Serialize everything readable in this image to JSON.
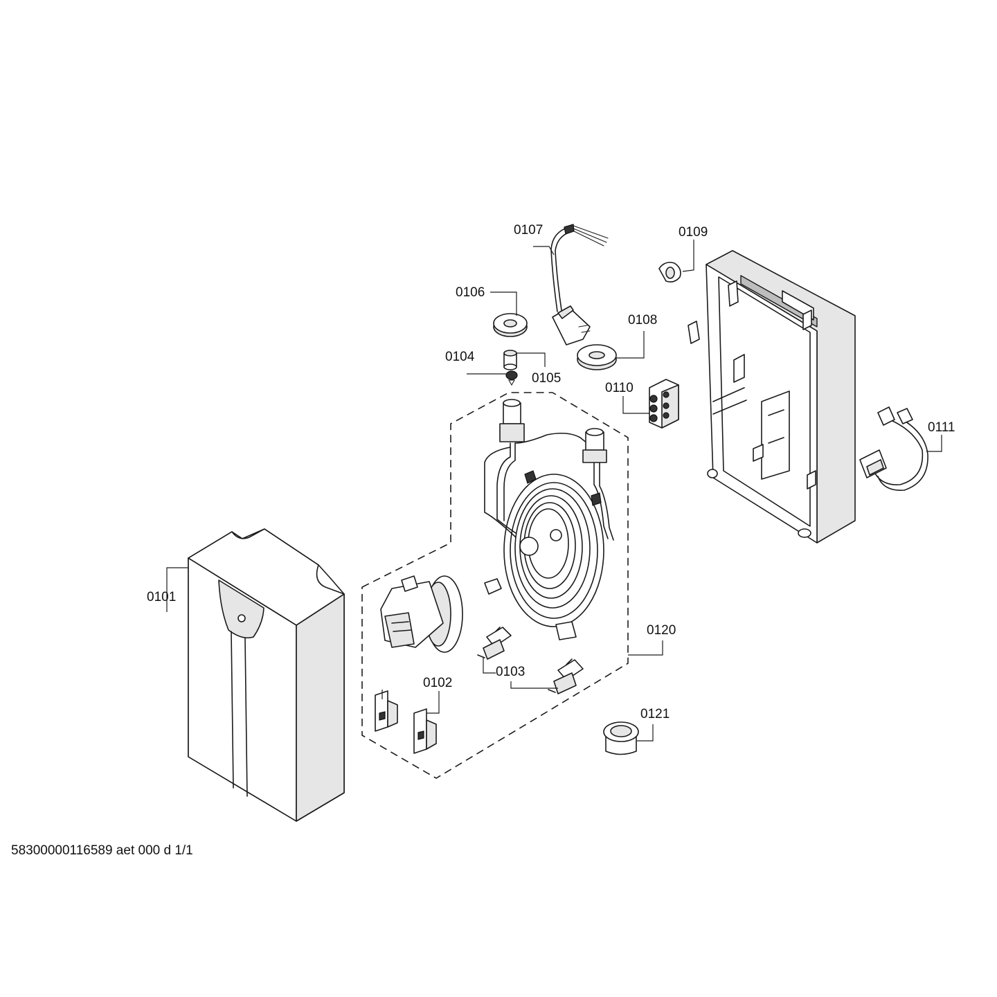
{
  "callouts": {
    "c0101": "0101",
    "c0102": "0102",
    "c0103": "0103",
    "c0104": "0104",
    "c0105": "0105",
    "c0106": "0106",
    "c0107": "0107",
    "c0108": "0108",
    "c0109": "0109",
    "c0110": "0110",
    "c0111": "0111",
    "c0120": "0120",
    "c0121": "0121"
  },
  "footer": "58300000116589 aet 000 d 1/1"
}
